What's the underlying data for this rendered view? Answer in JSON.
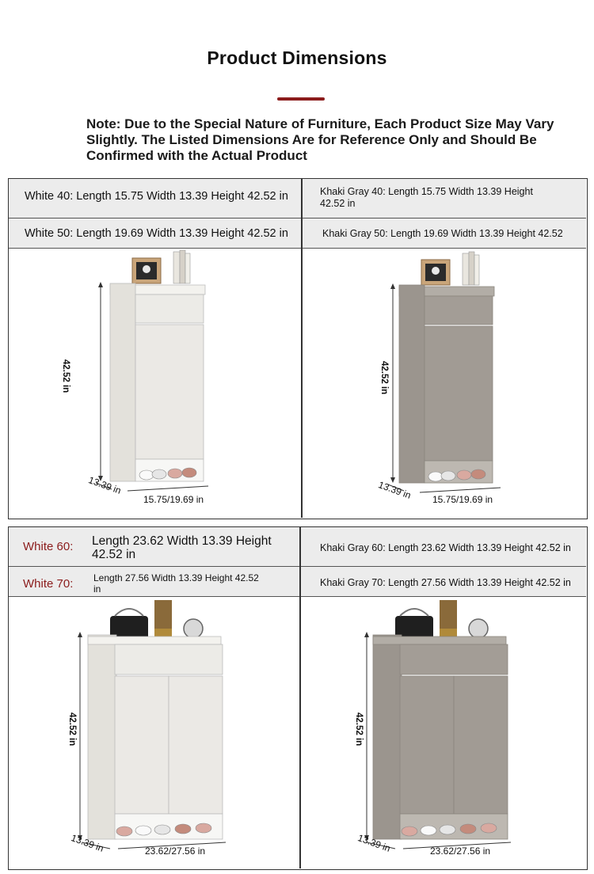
{
  "header": {
    "title": "Product Dimensions",
    "note": "Note: Due to the Special Nature of Furniture, Each Product Size May Vary Slightly. The Listed Dimensions Are for Reference Only and Should Be Confirmed with the Actual Product"
  },
  "panel_small": {
    "white_40": "White 40: Length 15.75 Width 13.39 Height 42.52 in",
    "khaki_40": "Khaki Gray 40: Length 15.75 Width 13.39 Height 42.52 in",
    "white_50": "White 50: Length 19.69 Width 13.39 Height 42.52 in",
    "khaki_50": "Khaki Gray 50: Length 19.69 Width 13.39 Height 42.52",
    "height_label": "42.52 in",
    "depth_label": "13.39 in",
    "width_label": "15.75/19.69 in"
  },
  "panel_large": {
    "white_60_name": "White 60:",
    "white_60_dims": "Length 23.62 Width 13.39 Height 42.52 in",
    "white_70_name": "White 70:",
    "white_70_dims": "Length 27.56 Width 13.39 Height 42.52 in",
    "khaki_60": "Khaki Gray 60: Length 23.62 Width 13.39 Height 42.52 in",
    "khaki_70": "Khaki Gray 70: Length 27.56 Width 13.39 Height 42.52 in",
    "height_label": "42.52 in",
    "depth_label": "13.39 in",
    "width_label": "23.62/27.56 in"
  },
  "colors": {
    "accent": "#8b1c1c",
    "white_cabinet": "#ecebe7",
    "khaki_cabinet": "#a19b94"
  }
}
